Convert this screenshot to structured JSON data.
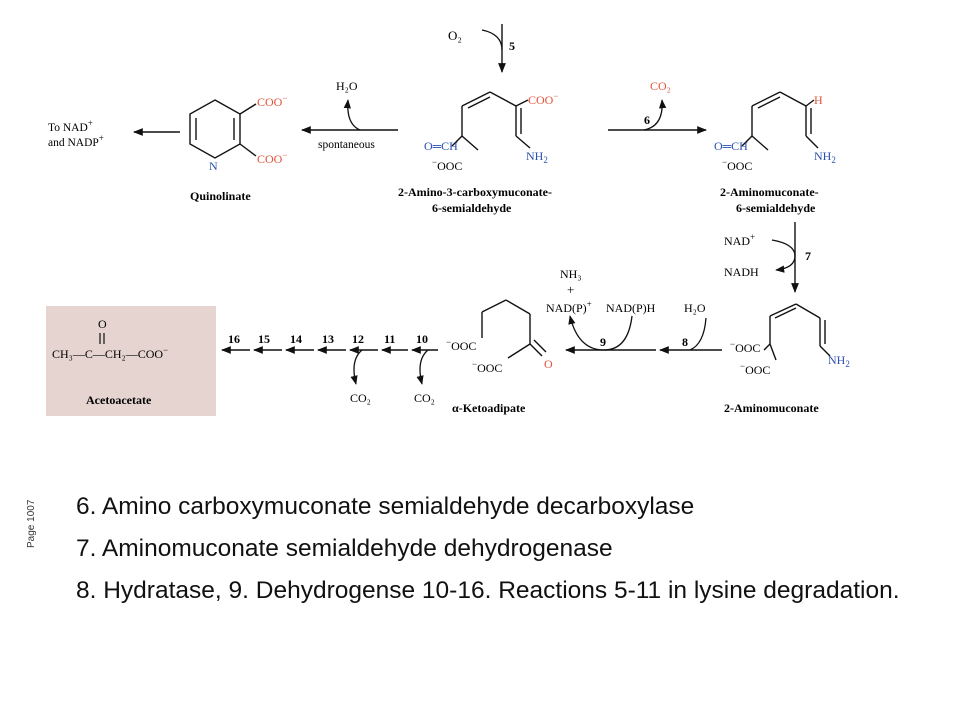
{
  "diagram": {
    "colors": {
      "accent": "#e0533a",
      "highlight_box": "#e5d4d0",
      "ink": "#111111"
    },
    "compounds": {
      "quinolinate": {
        "label": "Quinolinate",
        "coo1": "COO",
        "coo2": "COO",
        "n": "N"
      },
      "acms": {
        "label_line1": "2-Amino-3-carboxymuconate-",
        "label_line2": "6-semialdehyde",
        "coo": "COO",
        "aldehyde": "O═CH",
        "ooc": "OOC",
        "nh2": "NH",
        "nh2_sub": "2"
      },
      "ams": {
        "label_line1": "2-Aminomuconate-",
        "label_line2": "6-semialdehyde",
        "h": "H",
        "aldehyde": "O═CH",
        "ooc": "OOC",
        "nh2": "NH",
        "nh2_sub": "2"
      },
      "aminomuconate": {
        "label": "2-Aminomuconate",
        "ooc1": "OOC",
        "ooc2": "OOC",
        "nh2": "NH",
        "nh2_sub": "2"
      },
      "ketoadipate": {
        "label": "α-Ketoadipate",
        "ooc1": "OOC",
        "ooc2": "OOC",
        "o": "O"
      },
      "acetoacetate": {
        "label": "Acetoacetate",
        "o": "O",
        "formula": "CH₃—C—CH₂—COO"
      }
    },
    "reagents": {
      "o2_top": "O₂",
      "h2o_spont": "H₂O",
      "spontaneous": "spontaneous",
      "to_nad_line1": "To NAD",
      "to_nad_line2": "and NADP",
      "co2_step6": "CO₂",
      "nad_plus": "NAD",
      "nadh": "NADH",
      "nh3": "NH₃",
      "plus": "+",
      "nadp_plus": "NAD(P)",
      "nadph": "NAD(P)H",
      "h2o_step8": "H₂O",
      "co2_a": "CO₂",
      "co2_b": "CO₂"
    },
    "steps": {
      "s5": "5",
      "s6": "6",
      "s7": "7",
      "s8": "8",
      "s9": "9",
      "s10": "10",
      "s11": "11",
      "s12": "12",
      "s13": "13",
      "s14": "14",
      "s15": "15",
      "s16": "16"
    }
  },
  "page_label": "Page 1007",
  "notes": {
    "line1": "6. Amino carboxymuconate semialdehyde decarboxylase",
    "line2": "7. Aminomuconate semialdehyde dehydrogenase",
    "line3": "8. Hydratase, 9. Dehydrogense   10-16. Reactions 5-11 in lysine degradation."
  }
}
